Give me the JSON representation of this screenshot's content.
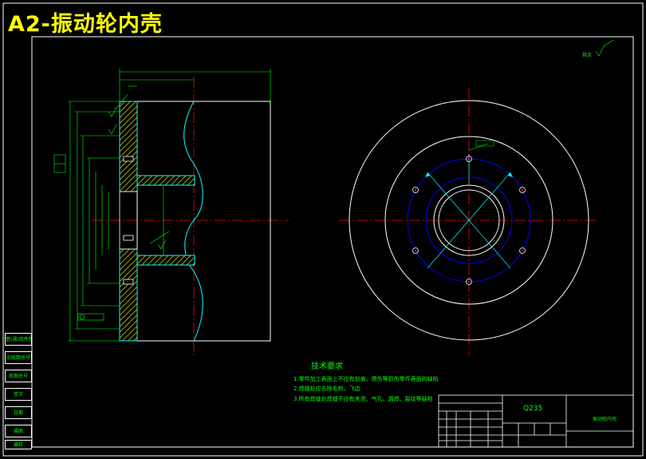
{
  "title": "A2-振动轮内壳",
  "technical_notes": {
    "heading": "技术要求",
    "items": [
      "1.零件加工表面上不应有划痕、擦伤等损伤零件表面的缺陷",
      "2.焊缝处应去除毛刺、飞边",
      "3.所有焊缝处焊缝不应有夹渣、气孔、漏焊、裂纹等缺陷"
    ]
  },
  "title_block": {
    "material": "Q235",
    "part_name": "振动轮内壳"
  },
  "side_boxes": [
    "借(通)用件登记",
    "旧底图总号",
    "底图总号",
    "签字",
    "日期",
    "描图",
    "描校"
  ],
  "roughness_note": "其余",
  "colors": {
    "background": "#000000",
    "frame": "#ffffff",
    "text": "#00ff00",
    "centerline": "#ff0000",
    "part_outline": "#00ffff",
    "hatching": "#ffff00",
    "bolt_circle": "#0000ff",
    "title": "#ffff00"
  }
}
